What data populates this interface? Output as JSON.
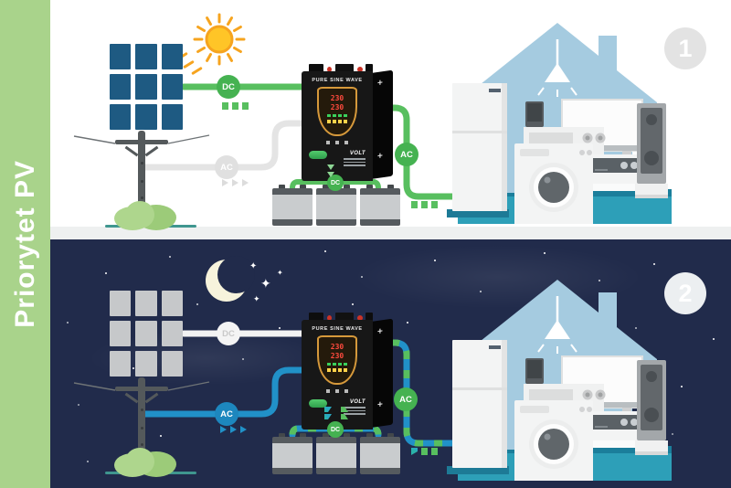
{
  "sidebar": {
    "label": "Priorytet PV"
  },
  "labels": {
    "dc": "DC",
    "ac": "AC"
  },
  "scenes": {
    "day": {
      "number": "1"
    },
    "night": {
      "number": "2",
      "star_glyph": "✦"
    }
  },
  "inverter": {
    "header": "PURE SINE WAVE",
    "display_top": "230",
    "display_bottom": "230",
    "brand": "VOLT"
  },
  "colors": {
    "sidebar_green": "#a9d38b",
    "day_bg": "#ffffff",
    "night_bg": "#212b4b",
    "active_green": "#58bf5f",
    "badge_green": "#45b251",
    "inactive_gray": "#e4e4e4",
    "grid_blue": "#2191c8",
    "badge_blue": "#1d87be",
    "house_blue": "#a5cbe0",
    "platform_teal": "#2d9fb8",
    "panel_blue": "#1e5a82",
    "panel_gray": "#c6c8ca",
    "sun_yellow": "#ffc527",
    "sun_orange": "#f6a41f",
    "moon_cream": "#f7f3dc",
    "battery_gray": "#c9ccce",
    "inverter_black": "#171717"
  }
}
